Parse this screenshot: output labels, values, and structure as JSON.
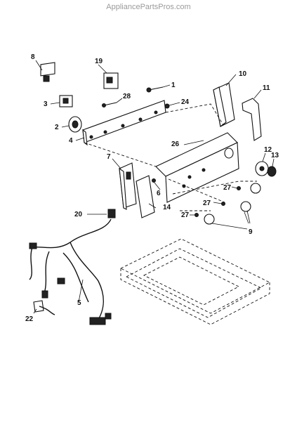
{
  "watermark": "AppliancePartsPros.com",
  "callouts": {
    "c1": "1",
    "c2": "2",
    "c3": "3",
    "c4": "4",
    "c5": "5",
    "c6": "6",
    "c7": "7",
    "c8": "8",
    "c9": "9",
    "c10": "10",
    "c11": "11",
    "c12": "12",
    "c13": "13",
    "c14": "14",
    "c19": "19",
    "c20": "20",
    "c22": "22",
    "c24": "24",
    "c26": "26",
    "c27a": "27",
    "c27b": "27",
    "c27c": "27",
    "c28": "28"
  }
}
